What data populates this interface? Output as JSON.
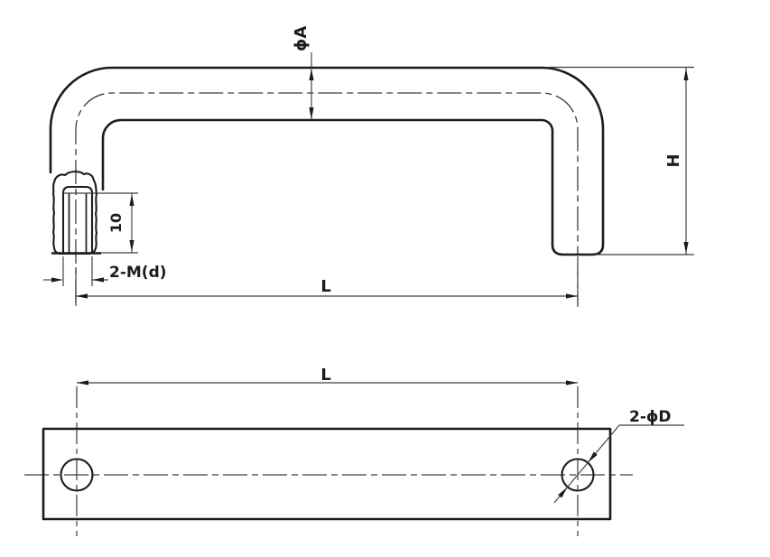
{
  "title": "U-handle technical drawing, two views",
  "colors": {
    "background": "#ffffff",
    "outline": "#1c1c1c",
    "thin_line": "#3d3d3d",
    "text": "#1c1c1c"
  },
  "front_view": {
    "description": "side elevation of tubular pull handle with threaded studs",
    "labels": {
      "tube_diameter": "ϕA",
      "height": "H",
      "thread_length": "10",
      "thread_spec": "2-M(d)",
      "length": "L"
    }
  },
  "plan_view": {
    "description": "mounting plate / footprint view with two holes",
    "labels": {
      "length": "L",
      "hole_spec": "2-ϕD"
    }
  }
}
